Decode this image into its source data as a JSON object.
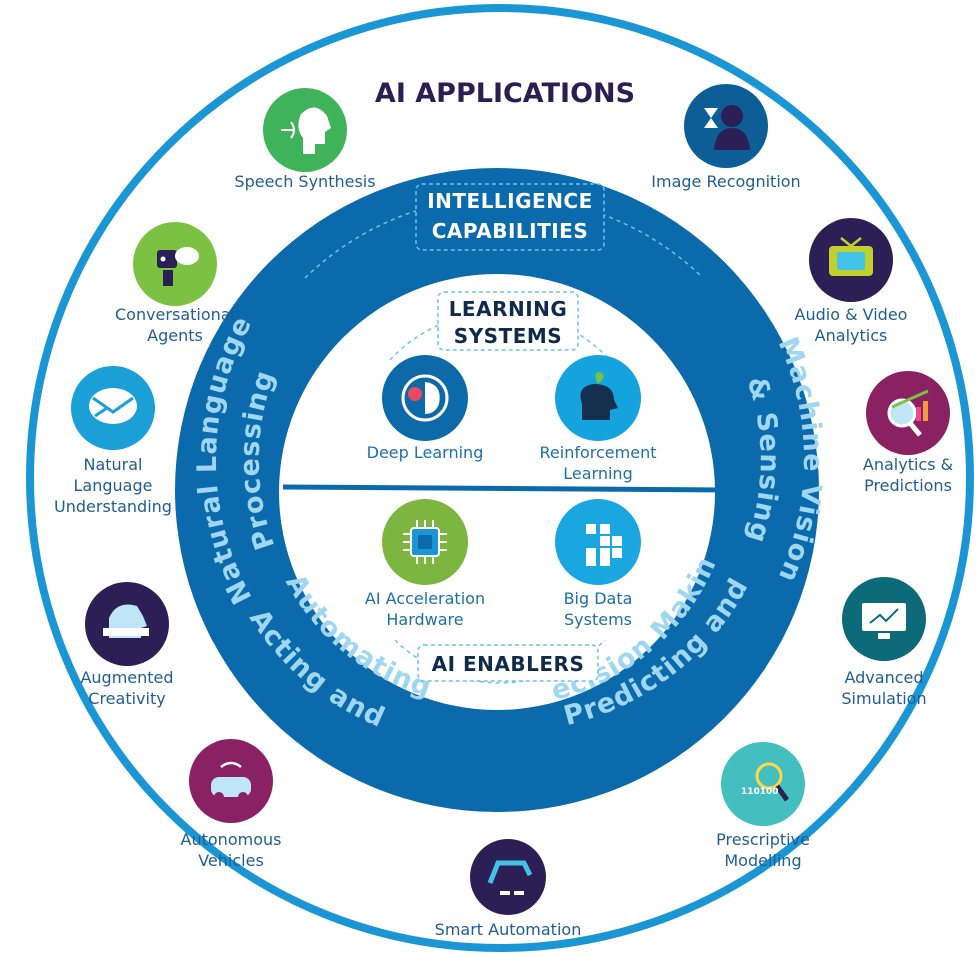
{
  "title": "AI APPLICATIONS",
  "colors": {
    "outer_border": "#1a96d4",
    "ring": "#0b6aac",
    "ring_text": "#9fd6f2",
    "title": "#2a1f52",
    "label": "#1f5d94"
  },
  "ring": {
    "top_badge": [
      "INTELLIGENCE",
      "CAPABILITIES"
    ],
    "left": [
      "Natural Language",
      "Processing"
    ],
    "right": [
      "Machine Vision",
      "& Sensing"
    ],
    "bottom_left": [
      "Acting and",
      "Automating"
    ],
    "bottom_right": [
      "Predicting and",
      "Decision Making"
    ]
  },
  "core": {
    "top_badge": [
      "LEARNING",
      "SYSTEMS"
    ],
    "bottom_badge": "AI ENABLERS",
    "items": [
      {
        "label": [
          "Deep Learning"
        ],
        "icon": "brain-gear-icon",
        "color": "#0d6aa8"
      },
      {
        "label": [
          "Reinforcement",
          "Learning"
        ],
        "icon": "head-plant-icon",
        "color": "#14a3dc"
      },
      {
        "label": [
          "AI Acceleration",
          "Hardware"
        ],
        "icon": "chip-icon",
        "color": "#7cb53f"
      },
      {
        "label": [
          "Big Data",
          "Systems"
        ],
        "icon": "data-blocks-icon",
        "color": "#1aa6de"
      }
    ]
  },
  "applications": [
    {
      "label": [
        "Speech Synthesis"
      ],
      "icon": "speaking-head-icon",
      "color": "#3fb35a"
    },
    {
      "label": [
        "Conversational",
        "Agents"
      ],
      "icon": "robot-chat-icon",
      "color": "#7cc242"
    },
    {
      "label": [
        "Natural",
        "Language",
        "Understanding"
      ],
      "icon": "speech-bubble-icon",
      "color": "#1a9fd6"
    },
    {
      "label": [
        "Augmented",
        "Creativity"
      ],
      "icon": "creative-head-icon",
      "color": "#2b1f55"
    },
    {
      "label": [
        "Autonomous",
        "Vehicles"
      ],
      "icon": "car-icon",
      "color": "#8a2163"
    },
    {
      "label": [
        "Smart Automation"
      ],
      "icon": "robot-arm-icon",
      "color": "#2b1f55"
    },
    {
      "label": [
        "Prescriptive",
        "Modelling"
      ],
      "icon": "binary-magnifier-icon",
      "color": "#44bfbf"
    },
    {
      "label": [
        "Advanced",
        "Simulation"
      ],
      "icon": "monitor-chart-icon",
      "color": "#0c6a79"
    },
    {
      "label": [
        "Analytics &",
        "Predictions"
      ],
      "icon": "analytics-magnifier-icon",
      "color": "#8a2163"
    },
    {
      "label": [
        "Audio & Video",
        "Analytics"
      ],
      "icon": "tv-icon",
      "color": "#2b1f55"
    },
    {
      "label": [
        "Image Recognition"
      ],
      "icon": "person-hourglass-icon",
      "color": "#0d5d97"
    }
  ]
}
